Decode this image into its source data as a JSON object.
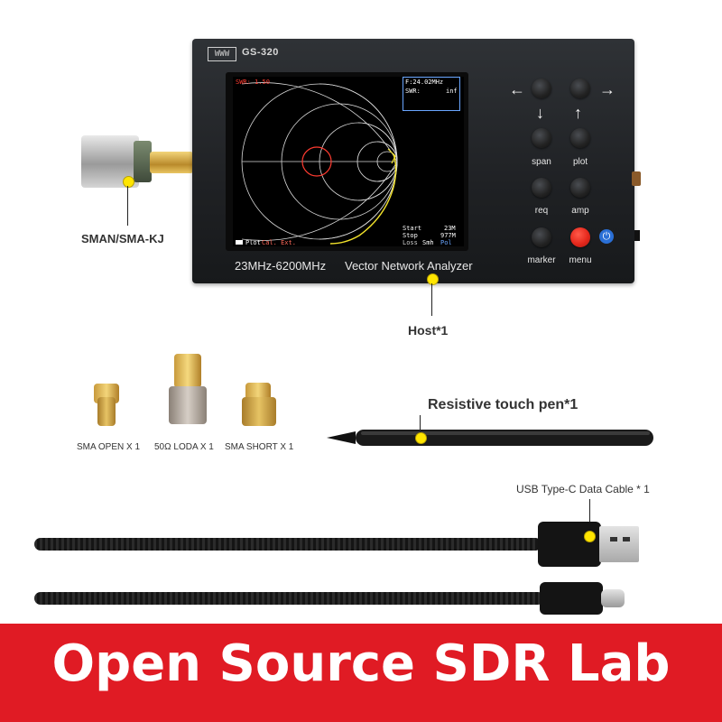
{
  "device": {
    "logo_text": "WWW",
    "model": "GS-320",
    "front_label_range": "23MHz-6200MHz",
    "front_label_name": "Vector Network Analyzer",
    "screen": {
      "swr_top_left": "SWR: 1.50",
      "freq_readout": "F:24.02MHz",
      "swr_readout_label": "SWR:",
      "swr_readout_value": "inf",
      "start_label": "Start",
      "start_value": "23M",
      "stop_label": "Stop",
      "stop_value": "977M",
      "bottom_modes": [
        "Loss",
        "Smh",
        "Pol"
      ],
      "bottom_left": "Plot",
      "bottom_left_cal": "Cal. Ext."
    },
    "buttons": [
      {
        "label": ""
      },
      {
        "label": ""
      },
      {
        "label": "span"
      },
      {
        "label": "plot"
      },
      {
        "label": "req"
      },
      {
        "label": "amp"
      },
      {
        "label": "marker"
      },
      {
        "label": "menu"
      }
    ],
    "arrows": [
      "←",
      "→",
      "↓",
      "↑"
    ],
    "power_icon": "power-icon"
  },
  "callouts": {
    "connector": "SMAN/SMA-KJ",
    "host": "Host*1",
    "touch_pen": "Resistive touch pen*1",
    "usb_cable": "USB Type-C Data Cable * 1"
  },
  "accessories": [
    {
      "label": "SMA OPEN X 1"
    },
    {
      "label": "50Ω LODA X 1"
    },
    {
      "label": "SMA SHORT X 1"
    }
  ],
  "banner": {
    "text": "Open Source SDR Lab",
    "color": "#e01b24"
  },
  "colors": {
    "callout_dot": "#ffe500",
    "screen_red": "#ff3b30",
    "screen_blue": "#6aa6ff",
    "trace_yellow": "#f2e22b"
  }
}
